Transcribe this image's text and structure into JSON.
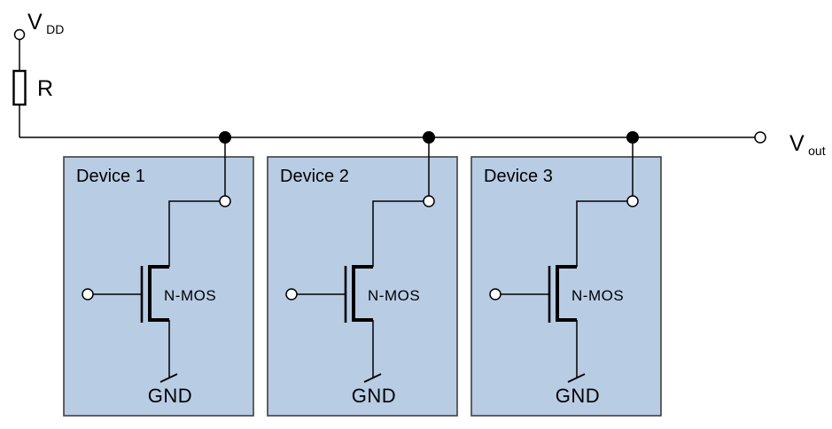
{
  "diagram": {
    "type": "circuit-schematic",
    "description_visible_text_only": true
  },
  "power": {
    "vdd_label": {
      "main": "V",
      "sub": "DD"
    },
    "resistor_label": "R"
  },
  "output": {
    "vout_label": {
      "main": "V",
      "sub": "out"
    }
  },
  "devices": [
    {
      "label": "Device 1",
      "transistor_label": "N-MOS",
      "ground_label": "GND"
    },
    {
      "label": "Device 2",
      "transistor_label": "N-MOS",
      "ground_label": "GND"
    },
    {
      "label": "Device 3",
      "transistor_label": "N-MOS",
      "ground_label": "GND"
    }
  ],
  "colors": {
    "background": "#ffffff",
    "box_fill": "#b8cce4",
    "box_border": "#3f3f3f",
    "wire": "#000000",
    "terminal_fill": "#ffffff",
    "junction_fill": "#000000"
  }
}
